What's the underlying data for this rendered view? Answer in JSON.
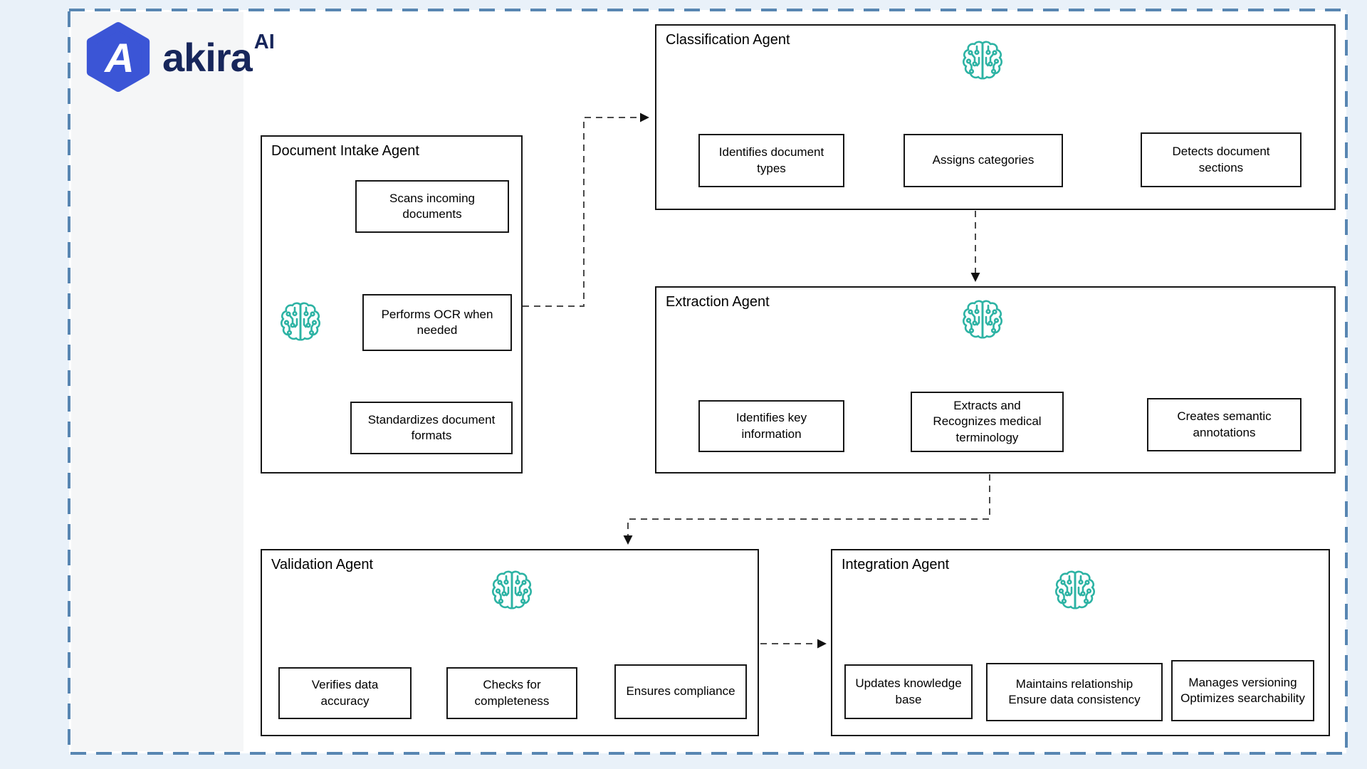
{
  "page": {
    "background": "#e9f1f9",
    "canvas_background": "#ffffff",
    "frame_border_color": "#5886b2"
  },
  "logo": {
    "brand": "akira",
    "superscript": "AI",
    "hexagon_letter": "A",
    "hexagon_color": "#3b55d6",
    "text_color": "#17265b"
  },
  "diagram": {
    "accent_teal": "#2db3a4",
    "line_color": "#4a4a4a",
    "box_border_color": "#161616",
    "agents": [
      {
        "name": "Document Intake Agent",
        "tasks": [
          "Scans incoming\ndocuments",
          "Performs OCR when\nneeded",
          "Standardizes document\nformats"
        ]
      },
      {
        "name": "Classification Agent",
        "tasks": [
          "Identifies document\ntypes",
          "Assigns categories",
          "Detects document\nsections"
        ]
      },
      {
        "name": "Extraction Agent",
        "tasks": [
          "Identifies key\ninformation",
          "Extracts and\nRecognizes medical\nterminology",
          "Creates semantic\nannotations"
        ]
      },
      {
        "name": "Validation Agent",
        "tasks": [
          "Verifies data\naccuracy",
          "Checks for\ncompleteness",
          "Ensures compliance"
        ]
      },
      {
        "name": "Integration Agent",
        "tasks": [
          "Updates knowledge\nbase",
          "Maintains relationship\nEnsure data consistency",
          "Manages versioning\nOptimizes searchability"
        ]
      }
    ],
    "flow": [
      {
        "from": "Document Intake Agent",
        "to": "Classification Agent",
        "style": "dashed-arrow"
      },
      {
        "from": "Classification Agent",
        "to": "Extraction Agent",
        "style": "dashed-arrow"
      },
      {
        "from": "Extraction Agent",
        "to": "Validation Agent",
        "style": "dashed-arrow"
      },
      {
        "from": "Validation Agent",
        "to": "Integration Agent",
        "style": "dashed-arrow"
      }
    ]
  }
}
